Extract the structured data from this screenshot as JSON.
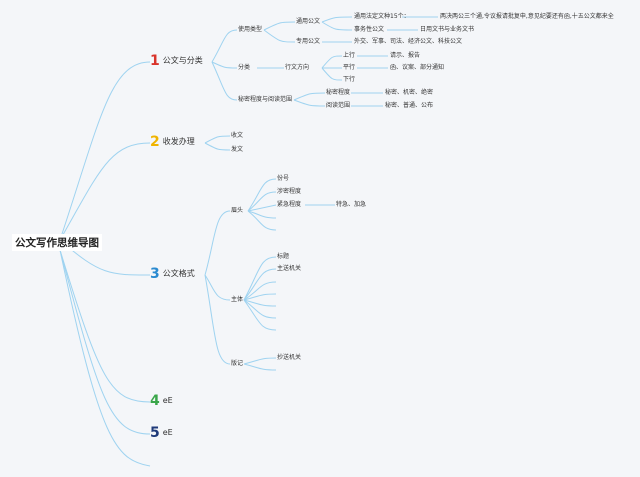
{
  "root": "公文写作思维导图",
  "branches": [
    {
      "num": "1",
      "num_color": "#d9342b",
      "label": "公文与分类"
    },
    {
      "num": "2",
      "num_color": "#f0b400",
      "label": "收发办理"
    },
    {
      "num": "3",
      "num_color": "#2a8ad0",
      "label": "公文格式"
    },
    {
      "num": "4",
      "num_color": "#3aa64a",
      "label": "eE"
    },
    {
      "num": "5",
      "num_color": "#1f3b7a",
      "label": "eE"
    }
  ],
  "nodes": {
    "shiyong": "使用类型",
    "tongyong": "通用公文",
    "tongyong_desc": "通用法定文种15个：",
    "tongyong_list": "两决两公三个通,令议报请批复申,意见纪要还有函,十五公文都来全",
    "shiwu": "事务性公文",
    "shiwu_desc": "日用文书与业务文书",
    "zhuanyong": "专用公文",
    "zhuanyong_desc": "外交、军事、司法、经济公文、科技公文",
    "fenlei": "分类",
    "xingwen": "行文方向",
    "shangxing": "上行",
    "shangxing_desc": "请示、报告",
    "pingxing": "平行",
    "pingxing_desc": "函、议案、部分通知",
    "xiaxing": "下行",
    "mimi_fw": "秘密程度与阅读范围",
    "mimi": "秘密程度",
    "mimi_desc": "秘密、机密、绝密",
    "yuedu": "阅读范围",
    "yuedu_desc": "秘密、普通、公布",
    "shouwen": "收文",
    "fawen": "发文",
    "meitou": "眉头",
    "fenhao": "份号",
    "mimi2": "涉密程度",
    "jinji": "紧急程度",
    "jinji_desc": "特急、加急",
    "zhuti": "主体",
    "biaoti": "标题",
    "zhusong": "主送机关",
    "banji": "版记",
    "chaosong": "抄送机关"
  }
}
